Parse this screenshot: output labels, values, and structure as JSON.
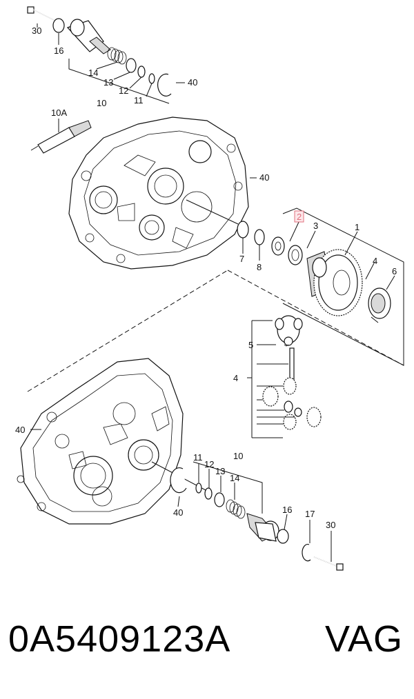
{
  "callouts": {
    "c30a": "30",
    "c16a": "16",
    "c14a": "14",
    "c13a": "13",
    "c12a": "12",
    "c11a": "11",
    "c10a": "10",
    "c40a": "40",
    "c10A": "10A",
    "c40b": "40",
    "c2": "2",
    "c3": "3",
    "c1": "1",
    "c4a": "4",
    "c6": "6",
    "c7": "7",
    "c8": "8",
    "c5": "5",
    "c4b": "4",
    "c40c": "40",
    "c11b": "11",
    "c12b": "12",
    "c13b": "13",
    "c14b": "14",
    "c10b": "10",
    "c40d": "40",
    "c16b": "16",
    "c17": "17",
    "c30b": "30"
  },
  "footer": {
    "part_number": "0A5409123A",
    "brand": "VAG"
  },
  "colors": {
    "highlight_box": "#e0707e",
    "line": "#111111",
    "shade": "#d9d9d9"
  }
}
